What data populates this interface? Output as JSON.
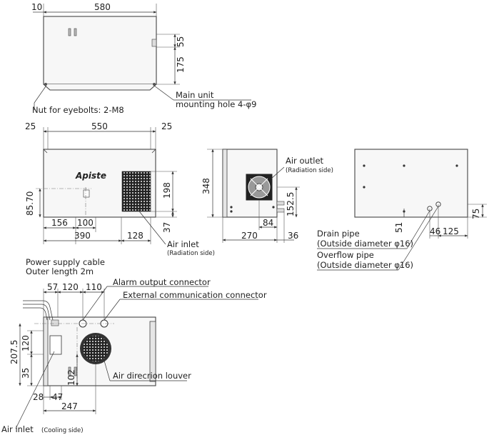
{
  "top_view": {
    "dim_10": "10",
    "dim_580": "580",
    "dim_55": "55",
    "dim_175": "175",
    "label_main_unit_1": "Main unit",
    "label_main_unit_2": "mounting hole 4-φ9",
    "label_eyebolts": "Nut for eyebolts: 2-M8"
  },
  "front_view": {
    "dim_25_left": "25",
    "dim_550": "550",
    "dim_25_right": "25",
    "dim_198": "198",
    "dim_37": "37",
    "dim_85_70": "85.70",
    "dim_156": "156",
    "dim_100": "100",
    "dim_390": "390",
    "dim_128": "128",
    "logo": "Apiste",
    "label_air_inlet": "Air inlet",
    "label_air_inlet_sub": "(Radiation side)"
  },
  "side_view": {
    "label_air_outlet": "Air outlet",
    "label_air_outlet_sub": "(Radiation side)",
    "dim_348": "348",
    "dim_152_5": "152.5",
    "dim_84": "84",
    "dim_270": "270",
    "dim_36": "36"
  },
  "back_view": {
    "dim_75": "75",
    "dim_51": "51",
    "dim_46": "46",
    "dim_125": "125",
    "label_drain_1": "Drain pipe",
    "label_drain_2": "(Outside diameter φ16)",
    "label_overflow_1": "Overflow pipe",
    "label_overflow_2": "(Outside diameter φ16)"
  },
  "bottom_view": {
    "label_power_1": "Power supply cable",
    "label_power_2": "Outer length 2m",
    "label_alarm": "Alarm output connector",
    "label_external": "External communication connector",
    "dim_57": "57",
    "dim_120_top": "120",
    "dim_110": "110",
    "dim_207_5": "207.5",
    "dim_120_side": "120",
    "dim_35": "35",
    "dim_102": "102",
    "dim_28": "28",
    "dim_47": "47",
    "dim_247": "247",
    "label_louver": "Air direcrion louver",
    "label_inlet": "Air inlet",
    "label_inlet_sub": "(Cooling side)"
  }
}
